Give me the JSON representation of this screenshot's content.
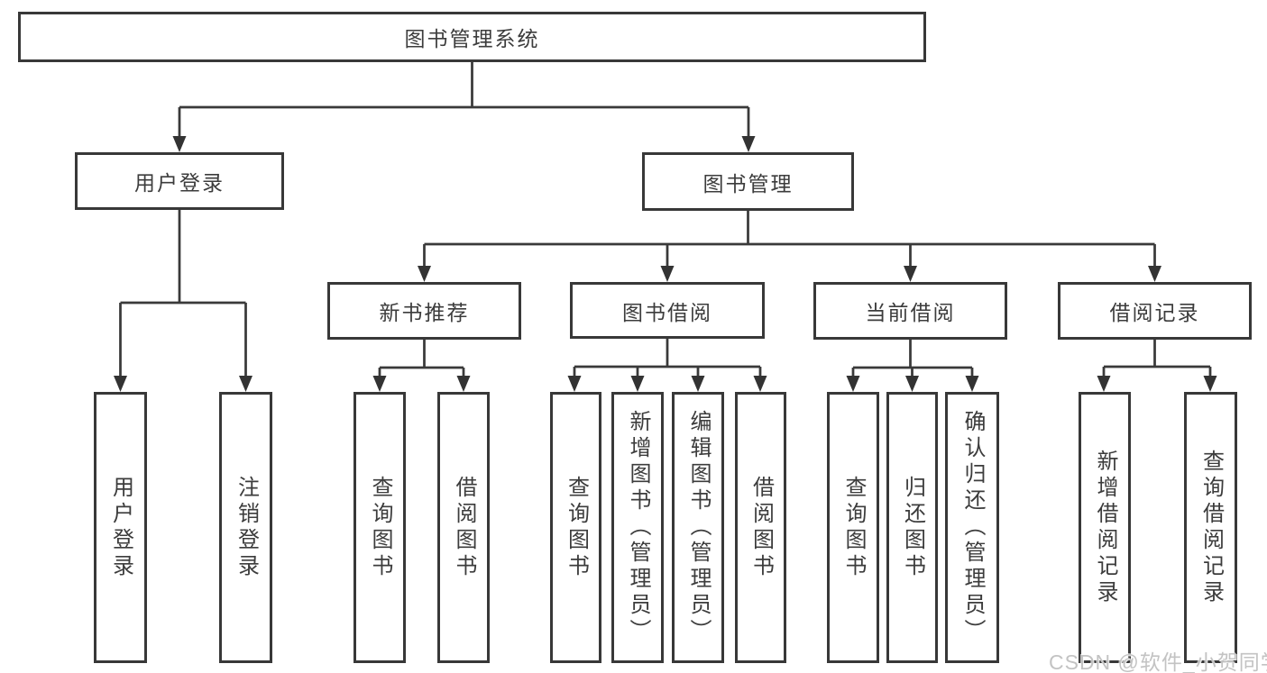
{
  "tree": {
    "root": {
      "label": "图书管理系统",
      "children": [
        {
          "label": "用户登录",
          "children": [
            {
              "label": "用户登录"
            },
            {
              "label": "注销登录"
            }
          ]
        },
        {
          "label": "图书管理",
          "children": [
            {
              "label": "新书推荐",
              "children": [
                {
                  "label": "查询图书"
                },
                {
                  "label": "借阅图书"
                }
              ]
            },
            {
              "label": "图书借阅",
              "children": [
                {
                  "label": "查询图书"
                },
                {
                  "label": "新增图书（管理员）"
                },
                {
                  "label": "编辑图书（管理员）"
                },
                {
                  "label": "借阅图书"
                }
              ]
            },
            {
              "label": "当前借阅",
              "children": [
                {
                  "label": "查询图书"
                },
                {
                  "label": "归还图书"
                },
                {
                  "label": "确认归还（管理员）"
                }
              ]
            },
            {
              "label": "借阅记录",
              "children": [
                {
                  "label": "新增借阅记录"
                },
                {
                  "label": "查询借阅记录"
                }
              ]
            }
          ]
        }
      ]
    }
  },
  "watermark": "CSDN @软件_小贺同学",
  "colors": {
    "line": "#3a3a3a",
    "box_border": "#383838",
    "text": "#3c3c3c",
    "background": "#ffffff",
    "watermark": "#c3c3c3"
  }
}
